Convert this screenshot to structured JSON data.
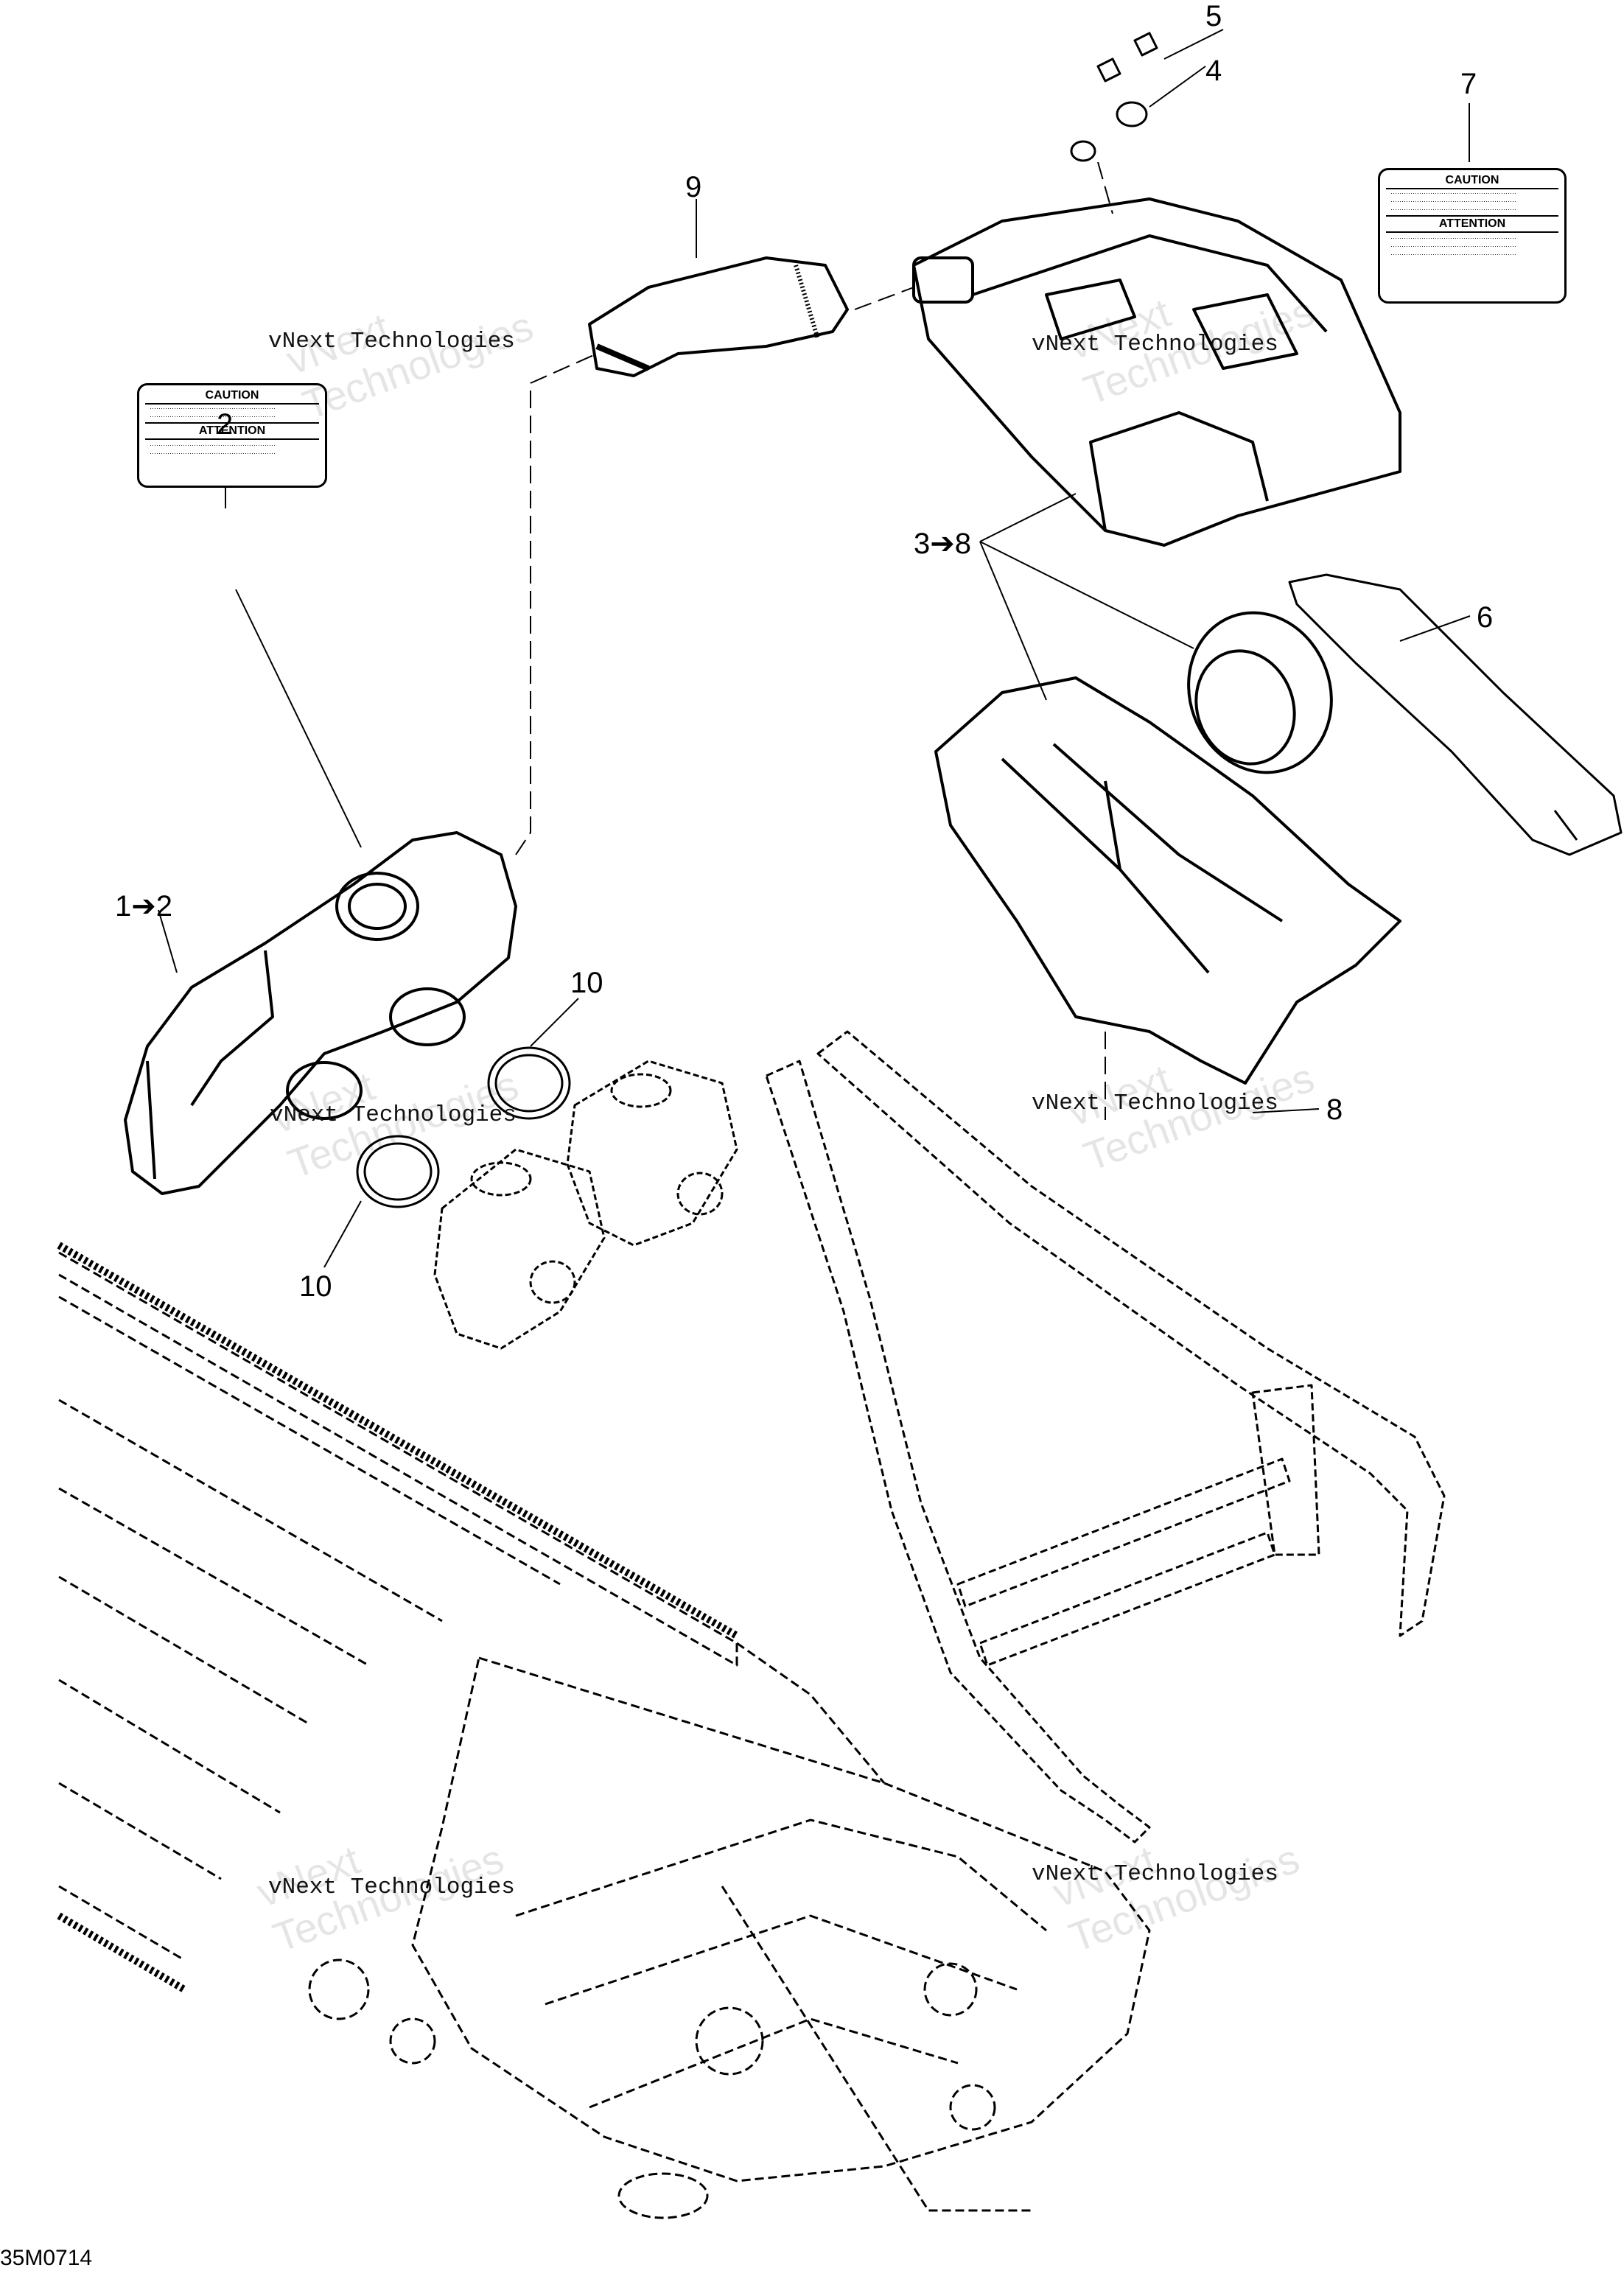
{
  "diagram": {
    "drawing_id": "35M0714",
    "watermark_text": "vNext Technologies",
    "watermark_ghost_line1": "vNext",
    "watermark_ghost_line2": "Technologies",
    "callouts": {
      "c1": "1➔2",
      "c2": "2",
      "c3": "3➔8",
      "c4": "4",
      "c5": "5",
      "c6": "6",
      "c7": "7",
      "c8": "8",
      "c9": "9",
      "c10a": "10",
      "c10b": "10"
    },
    "decal": {
      "caution_title": "CAUTION",
      "attention_title": "ATTENTION"
    }
  },
  "colors": {
    "line": "#000000",
    "background": "#ffffff"
  }
}
